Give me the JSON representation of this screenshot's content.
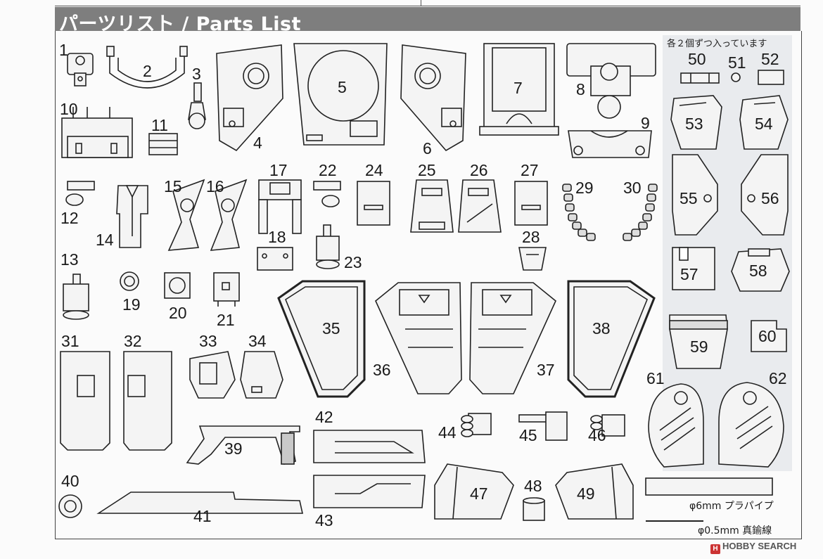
{
  "header": {
    "title": "パーツリスト / Parts List"
  },
  "note": "各２個ずつ入っています",
  "parts": [
    {
      "n": "1"
    },
    {
      "n": "2"
    },
    {
      "n": "3"
    },
    {
      "n": "4"
    },
    {
      "n": "5"
    },
    {
      "n": "6"
    },
    {
      "n": "7"
    },
    {
      "n": "8"
    },
    {
      "n": "9"
    },
    {
      "n": "10"
    },
    {
      "n": "11"
    },
    {
      "n": "12"
    },
    {
      "n": "13"
    },
    {
      "n": "14"
    },
    {
      "n": "15"
    },
    {
      "n": "16"
    },
    {
      "n": "17"
    },
    {
      "n": "18"
    },
    {
      "n": "19"
    },
    {
      "n": "20"
    },
    {
      "n": "21"
    },
    {
      "n": "22"
    },
    {
      "n": "23"
    },
    {
      "n": "24"
    },
    {
      "n": "25"
    },
    {
      "n": "26"
    },
    {
      "n": "27"
    },
    {
      "n": "28"
    },
    {
      "n": "29"
    },
    {
      "n": "30"
    },
    {
      "n": "31"
    },
    {
      "n": "32"
    },
    {
      "n": "33"
    },
    {
      "n": "34"
    },
    {
      "n": "35"
    },
    {
      "n": "36"
    },
    {
      "n": "37"
    },
    {
      "n": "38"
    },
    {
      "n": "39"
    },
    {
      "n": "40"
    },
    {
      "n": "41"
    },
    {
      "n": "42"
    },
    {
      "n": "43"
    },
    {
      "n": "44"
    },
    {
      "n": "45"
    },
    {
      "n": "46"
    },
    {
      "n": "47"
    },
    {
      "n": "48"
    },
    {
      "n": "49"
    },
    {
      "n": "50"
    },
    {
      "n": "51"
    },
    {
      "n": "52"
    },
    {
      "n": "53"
    },
    {
      "n": "54"
    },
    {
      "n": "55"
    },
    {
      "n": "56"
    },
    {
      "n": "57"
    },
    {
      "n": "58"
    },
    {
      "n": "59"
    },
    {
      "n": "60"
    },
    {
      "n": "61"
    },
    {
      "n": "62"
    }
  ],
  "materials": {
    "pipe": "φ6mm プラパイプ",
    "wire": "φ0.5mm 真鍮線"
  },
  "watermark": {
    "text": "HOBBY SEARCH",
    "icon": "hobby-search-logo-icon"
  },
  "colors": {
    "header_bg": "#7e7e7e",
    "panel_bg": "#e9ebee",
    "ink": "#1a1a1a"
  }
}
